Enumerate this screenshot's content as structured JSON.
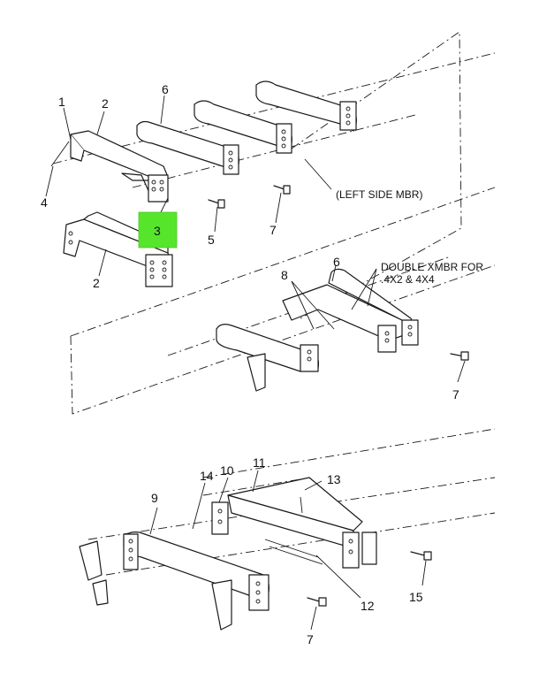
{
  "callouts": {
    "c1": "1",
    "c2a": "2",
    "c2b": "2",
    "c3": "3",
    "c4": "4",
    "c5": "5",
    "c6a": "6",
    "c6b": "6",
    "c7a": "7",
    "c7b": "7",
    "c7c": "7",
    "c8": "8",
    "c9": "9",
    "c10": "10",
    "c11": "11",
    "c12": "12",
    "c13": "13",
    "c14": "14",
    "c15": "15"
  },
  "notes": {
    "left_side": "(LEFT SIDE MBR)",
    "double_line1": "DOUBLE XMBR FOR",
    "double_line2": ".4X2 & 4X4"
  },
  "highlight": {
    "label": "3",
    "color": "#57e52b"
  },
  "colors": {
    "line": "#1a1a1a",
    "background": "#ffffff"
  }
}
